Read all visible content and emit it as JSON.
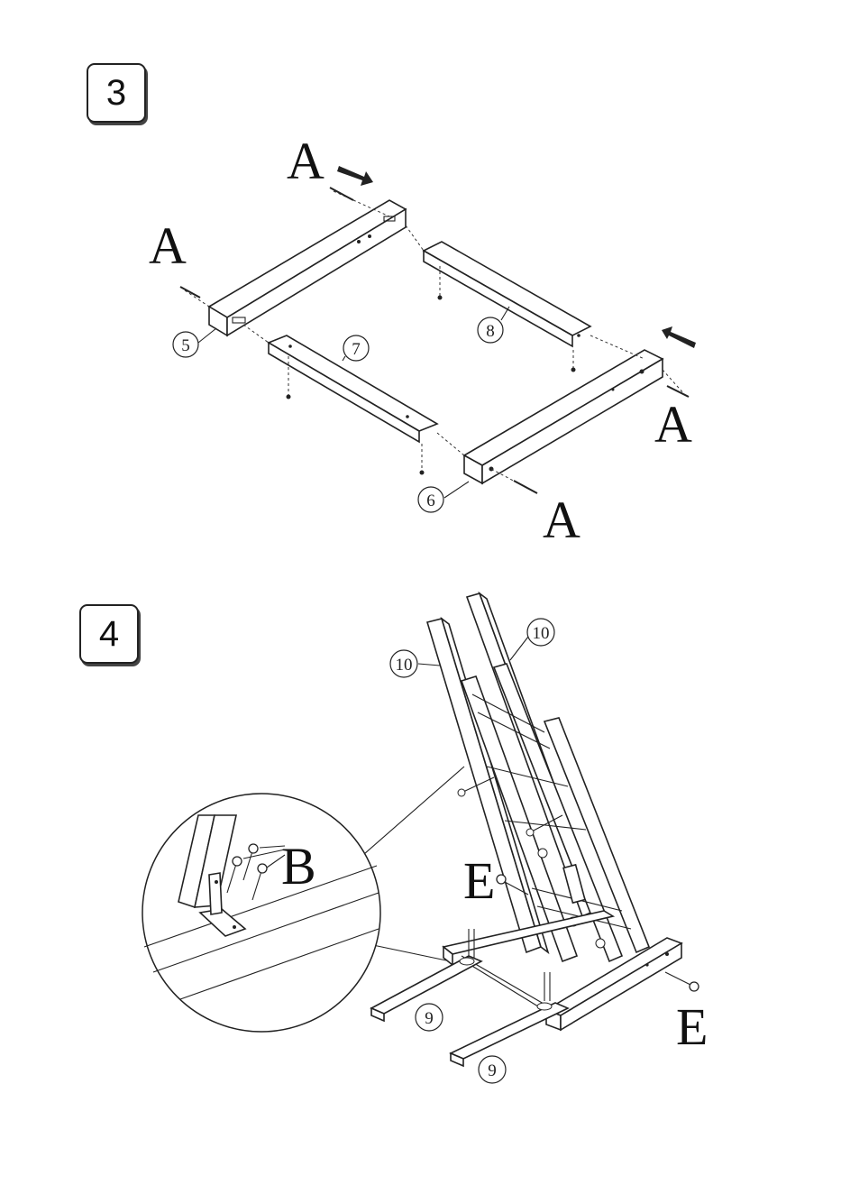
{
  "steps": [
    {
      "number": "3",
      "hardware_letters": [
        "A",
        "A",
        "A",
        "A"
      ],
      "part_callouts": [
        "5",
        "6",
        "7",
        "8"
      ]
    },
    {
      "number": "4",
      "hardware_letters": [
        "B",
        "E",
        "E"
      ],
      "part_callouts": [
        "10",
        "10",
        "9",
        "9"
      ]
    }
  ]
}
